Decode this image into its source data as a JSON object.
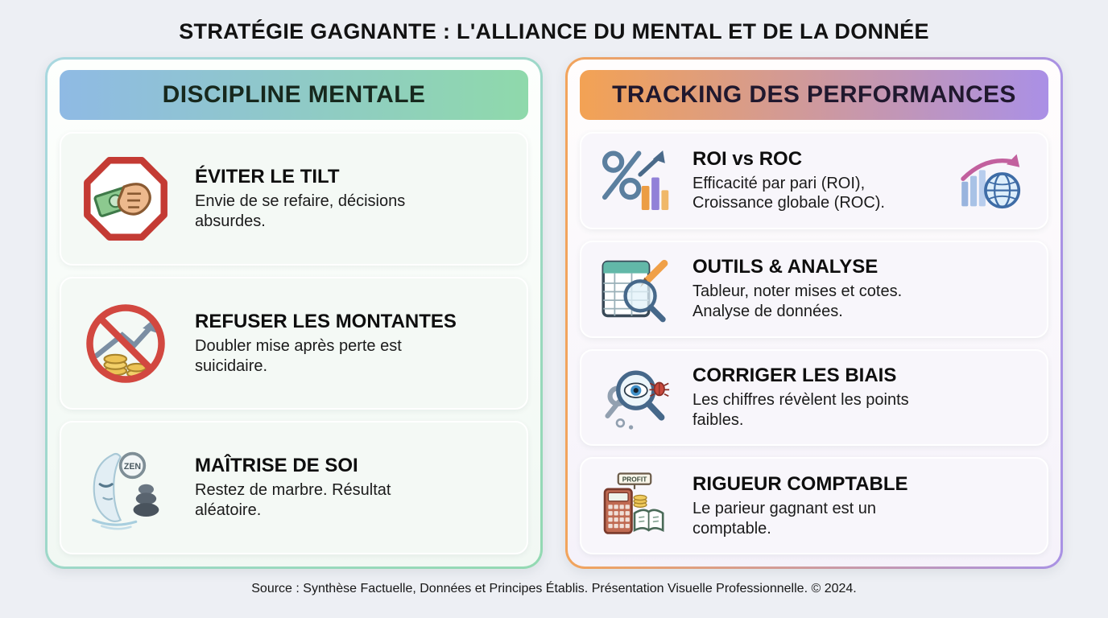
{
  "page": {
    "title": "STRATÉGIE GAGNANTE : L'ALLIANCE DU MENTAL ET DE LA DONNÉE",
    "footer": "Source : Synthèse Factuelle, Données et Principes Établis. Présentation Visuelle Professionnelle. © 2024."
  },
  "left": {
    "header": "DISCIPLINE MENTALE",
    "cards": [
      {
        "title": "ÉVITER LE TILT",
        "desc": "Envie de se refaire, décisions\nabsurdes.",
        "icon": "stop-fist-money-icon"
      },
      {
        "title": "REFUSER LES MONTANTES",
        "desc": "Doubler mise après perte est\nsuicidaire.",
        "icon": "no-martingale-coins-icon"
      },
      {
        "title": "MAÎTRISE DE SOI",
        "desc": "Restez de marbre. Résultat\naléatoire.",
        "icon": "zen-face-stones-icon"
      }
    ]
  },
  "right": {
    "header": "TRACKING DES PERFORMANCES",
    "cards": [
      {
        "title": "ROI vs ROC",
        "desc": "Efficacité par pari (ROI),\nCroissance globale (ROC).",
        "icon": "percent-growth-chart-icon",
        "icon2": "globe-growth-chart-icon"
      },
      {
        "title": "OUTILS & ANALYSE",
        "desc": "Tableur, noter mises et cotes.\nAnalyse de données.",
        "icon": "spreadsheet-magnifier-pencil-icon"
      },
      {
        "title": "CORRIGER LES BIAIS",
        "desc": "Les chiffres révèlent les points\nfaibles.",
        "icon": "magnifier-eye-bug-wrench-icon"
      },
      {
        "title": "RIGUEUR COMPTABLE",
        "desc": "Le parieur gagnant est un\ncomptable.",
        "icon": "calculator-profit-book-icon"
      }
    ]
  },
  "icon_labels": {
    "zen": "ZEN",
    "profit": "PROFIT"
  },
  "colors": {
    "background": "#edeff4",
    "left_header_gradient": [
      "#8fbae4",
      "#8fd9ab"
    ],
    "right_header_gradient": [
      "#f3a254",
      "#aa90e6"
    ],
    "left_border_gradient": [
      "#a9d8e0",
      "#93d9b2"
    ],
    "right_border_gradient": [
      "#f2a45c",
      "#a992e4"
    ],
    "stop_red": "#c43b34",
    "coin_gold": "#ecc355",
    "accent_blue": "#46688a"
  }
}
